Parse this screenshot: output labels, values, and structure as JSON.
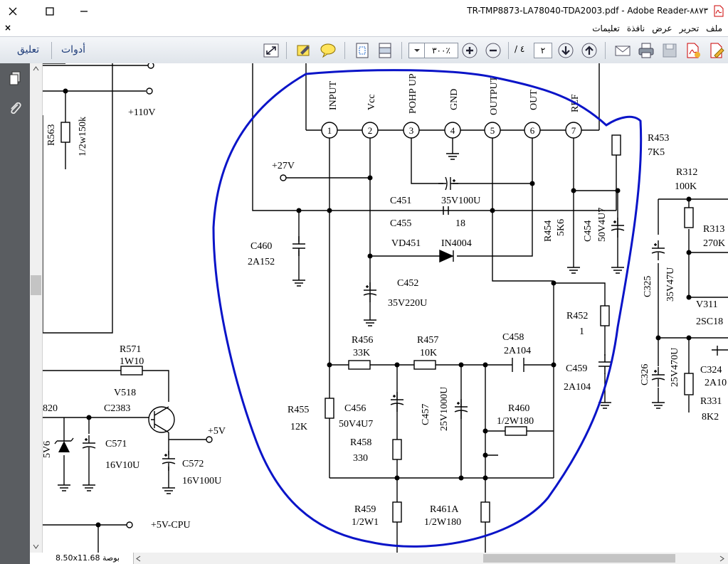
{
  "window": {
    "title": "TR-TMP8873-LA78040-TDA2003.pdf - Adobe Reader-٨٨٧٣"
  },
  "menu": {
    "items": [
      "ملف",
      "تحرير",
      "عرض",
      "نافذة",
      "تعليمات"
    ],
    "close": "×"
  },
  "toolbar": {
    "tools_label": "أدوات",
    "comment_label": "تعليق",
    "zoom_value": "٣٠٠٪",
    "page_current": "٢",
    "page_total": "/ ٤"
  },
  "statusbar": {
    "page_size": "8.50x11.68 بوصة"
  },
  "schematic": {
    "pins": [
      {
        "num": "1",
        "name": "INPUT"
      },
      {
        "num": "2",
        "name": "Vcc"
      },
      {
        "num": "3",
        "name": "POHP UP"
      },
      {
        "num": "4",
        "name": "GND"
      },
      {
        "num": "5",
        "name": "OUTPUT"
      },
      {
        "num": "6",
        "name": "OUT"
      },
      {
        "num": "7",
        "name": "REF"
      }
    ],
    "labels": {
      "v110": "+110V",
      "r563": "R563",
      "r563v": "1/2w150k",
      "v27": "+27V",
      "c451": "C451",
      "c451v": "35V100U",
      "c455": "C455",
      "c455v": "18",
      "c460": "C460",
      "c460v": "2A152",
      "vd451": "VD451",
      "in4004": "IN4004",
      "c452": "C452",
      "c452v": "35V220U",
      "r453": "R453",
      "r453v": "7K5",
      "r312": "R312",
      "r312v": "100K",
      "r313": "R313",
      "r313v": "270K",
      "r454": "R454",
      "r454v": "5K6",
      "c454": "C454",
      "c454v": "50V4U7",
      "c325": "C325",
      "c325v": "35V47U",
      "v311": "V311",
      "v311v": "2SC18",
      "r452": "R452",
      "r452v": "1",
      "r456": "R456",
      "r456v": "33K",
      "r457": "R457",
      "r457v": "10K",
      "c458": "C458",
      "c458v": "2A104",
      "c459": "C459",
      "c459v": "2A104",
      "r571": "R571",
      "r571v": "1W10",
      "v518": "V518",
      "c2383": "C2383",
      "n820": "820",
      "v5": "+5V",
      "z5v6": "5V6",
      "c571": "C571",
      "c571v": "16V10U",
      "c572": "C572",
      "c572v": "16V100U",
      "r455": "R455",
      "r455v": "12K",
      "c456": "C456",
      "c456v": "50V4U7",
      "r458": "R458",
      "r458v": "330",
      "c457": "C457",
      "c457v": "25V1000U",
      "r460": "R460",
      "r460v": "1/2W180",
      "c326": "C326",
      "c326v": "25V470U",
      "c324": "C324",
      "c324v": "2A10",
      "r331": "R331",
      "r331v": "8K2",
      "v5cpu": "+5V-CPU",
      "r459": "R459",
      "r459v": "1/2W1",
      "r461a": "R461A",
      "r461av": "1/2W180"
    }
  },
  "colors": {
    "annotation": "#0a14c8",
    "leftpane": "#5a5d61",
    "toolbar_text": "#1f3d7a"
  }
}
